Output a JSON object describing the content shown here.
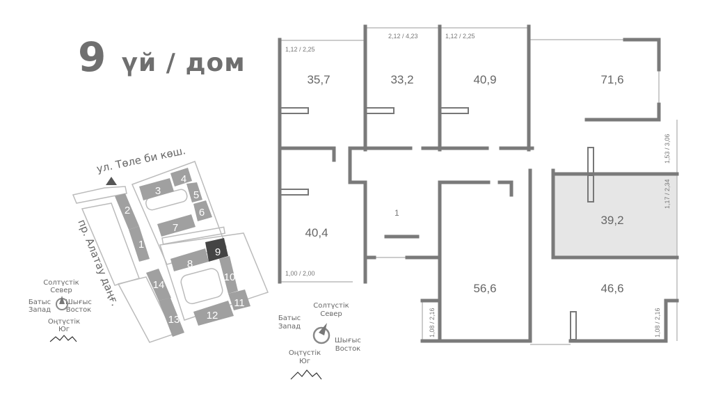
{
  "header": {
    "number": "9",
    "label": "үй / дом"
  },
  "site_map": {
    "street_north": "ул. Төле би көш.",
    "street_west": "пр. Алатау даңғ.",
    "buildings": [
      "1",
      "2",
      "3",
      "4",
      "5",
      "6",
      "7",
      "8",
      "9",
      "10",
      "11",
      "12",
      "13",
      "14"
    ],
    "highlighted_building": "9",
    "compass": {
      "north": "Солтүстік",
      "north_ru": "Север",
      "west": "Батыс",
      "west_ru": "Запад",
      "east": "Шығыс",
      "east_ru": "Восток",
      "south": "Оңтүстік",
      "south_ru": "Юг"
    }
  },
  "floor_plan": {
    "units": [
      {
        "area": "35,7"
      },
      {
        "area": "33,2"
      },
      {
        "area": "40,9"
      },
      {
        "area": "71,6"
      },
      {
        "area": "40,4"
      },
      {
        "area": "39,2",
        "highlighted": true
      },
      {
        "area": "56,6"
      },
      {
        "area": "46,6"
      }
    ],
    "stair_label": "1",
    "dimensions": [
      "1,12 / 2,25",
      "2,12 / 4,23",
      "1,12 / 2,25",
      "1,53 / 3,06",
      "1,17 / 2,34",
      "1,00 / 2,00",
      "1,08 / 2,16",
      "1,08 / 2,16"
    ],
    "compass": {
      "north": "Солтүстік",
      "north_ru": "Север",
      "west": "Батыс",
      "west_ru": "Запад",
      "east": "Шығыс",
      "east_ru": "Восток",
      "south": "Оңтүстік",
      "south_ru": "Юг"
    }
  },
  "colors": {
    "wall": "#7a7a7a",
    "highlight_fill": "#e6e6e6",
    "highlight_building": "#444444",
    "building": "#a0a0a0"
  }
}
